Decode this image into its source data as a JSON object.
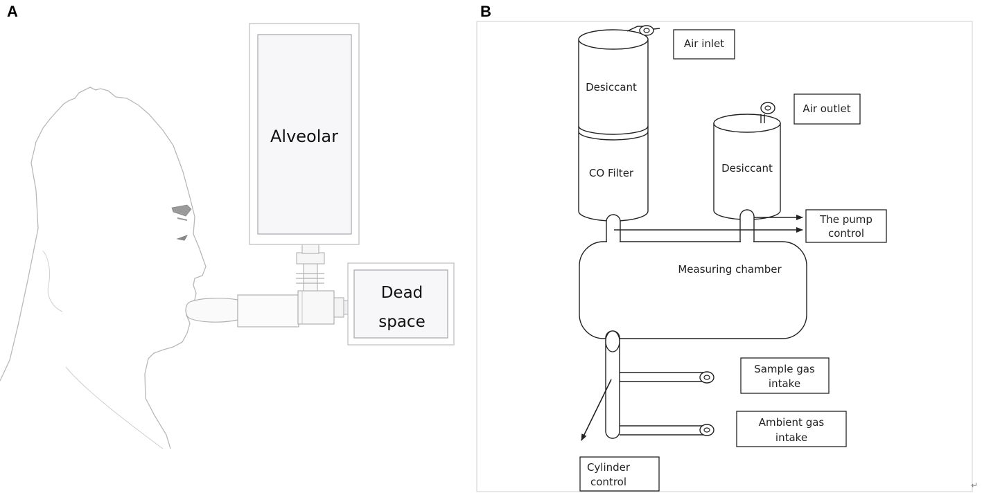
{
  "panels": {
    "a": {
      "letter": "A",
      "alveolar_label": "Alveolar",
      "dead_space_line1": "Dead",
      "dead_space_line2": "space"
    },
    "b": {
      "letter": "B",
      "air_inlet": "Air inlet",
      "air_outlet": "Air outlet",
      "desiccant_left": "Desiccant",
      "co_filter": "CO Filter",
      "desiccant_right": "Desiccant",
      "pump_control_line1": "The pump",
      "pump_control_line2": "control",
      "measuring_chamber": "Measuring chamber",
      "sample_gas_line1": "Sample gas",
      "sample_gas_line2": "intake",
      "ambient_gas_line1": "Ambient gas",
      "ambient_gas_line2": "intake",
      "cylinder_control_line1": "Cylinder",
      "cylinder_control_line2": "control"
    }
  },
  "colors": {
    "line_light": "#b8b8b8",
    "line_dark": "#222222",
    "bag_frame": "#c9c9cd",
    "bag_inner": "#f6f6f8"
  },
  "return_mark": "↵"
}
